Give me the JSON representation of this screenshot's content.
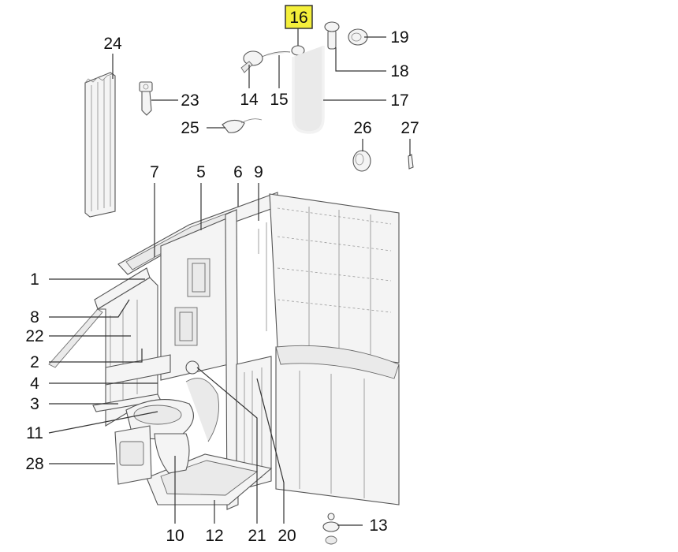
{
  "diagram": {
    "highlight_color": "#f4ef3a",
    "highlighted_callout": "16",
    "callouts": {
      "c1": "1",
      "c2": "2",
      "c3": "3",
      "c4": "4",
      "c5": "5",
      "c6": "6",
      "c7": "7",
      "c8": "8",
      "c9": "9",
      "c10": "10",
      "c11": "11",
      "c12": "12",
      "c13": "13",
      "c14": "14",
      "c15": "15",
      "c16": "16",
      "c17": "17",
      "c18": "18",
      "c19": "19",
      "c20": "20",
      "c21": "21",
      "c22": "22",
      "c23": "23",
      "c24": "24",
      "c25": "25",
      "c26": "26",
      "c27": "27",
      "c28": "28"
    }
  }
}
